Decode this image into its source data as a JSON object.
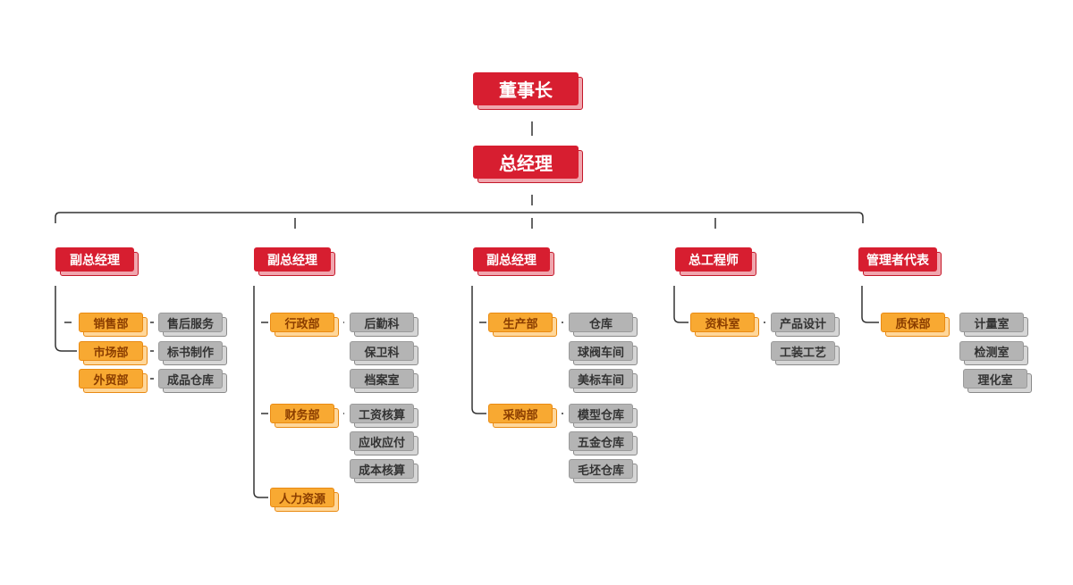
{
  "chairman": "董事长",
  "general_manager": "总经理",
  "columns": [
    {
      "head": "副总经理",
      "departments": [
        {
          "name": "销售部",
          "sections": [
            "售后服务"
          ]
        },
        {
          "name": "市场部",
          "sections": [
            "标书制作"
          ]
        },
        {
          "name": "外贸部",
          "sections": [
            "成品仓库"
          ]
        }
      ]
    },
    {
      "head": "副总经理",
      "departments": [
        {
          "name": "行政部",
          "sections": [
            "后勤科",
            "保卫科",
            "档案室"
          ]
        },
        {
          "name": "财务部",
          "sections": [
            "工资核算",
            "应收应付",
            "成本核算"
          ]
        },
        {
          "name": "人力资源",
          "sections": []
        }
      ]
    },
    {
      "head": "副总经理",
      "departments": [
        {
          "name": "生产部",
          "sections": [
            "仓库",
            "球阀车间",
            "美标车间"
          ]
        },
        {
          "name": "采购部",
          "sections": [
            "模型仓库",
            "五金仓库",
            "毛坯仓库"
          ]
        }
      ]
    },
    {
      "head": "总工程师",
      "departments": [
        {
          "name": "资料室",
          "sections": [
            "产品设计",
            "工装工艺"
          ]
        }
      ]
    },
    {
      "head": "管理者代表",
      "departments": [
        {
          "name": "质保部",
          "sections": [
            "计量室",
            "检测室",
            "理化室"
          ]
        }
      ]
    }
  ],
  "colors": {
    "red": "#d71e30",
    "red_back": "#f0a6ae",
    "orange": "#f8a932",
    "orange_back": "#ffd79a",
    "grey": "#b4b4b4",
    "grey_back": "#d6d6d6",
    "line": "#333333"
  }
}
